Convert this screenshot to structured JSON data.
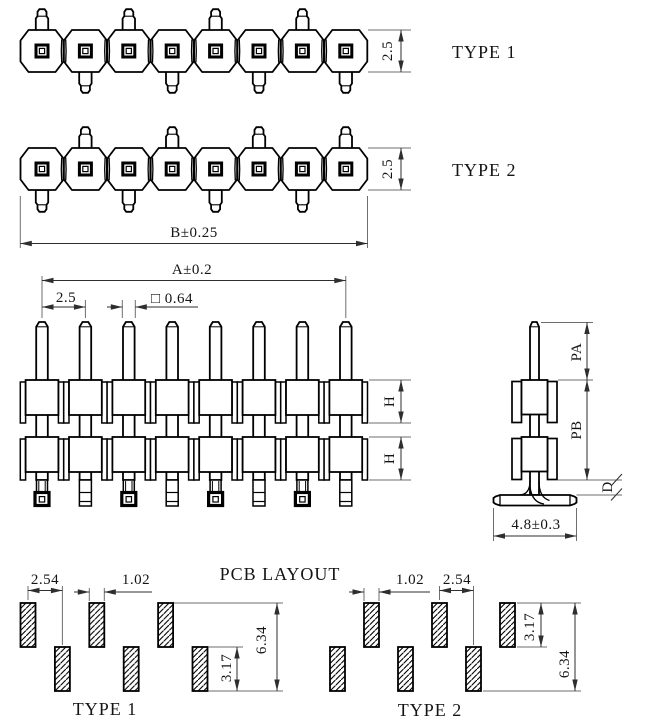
{
  "top_views": {
    "type1": {
      "label": "TYPE 1",
      "height_dim": "2.5"
    },
    "type2": {
      "label": "TYPE 2",
      "height_dim": "2.5"
    },
    "overall_width_dim": "B±0.25"
  },
  "front_view": {
    "overall_width_dim": "A±0.2",
    "pin_pitch_dim": "2.5",
    "pin_square_dim": "□ 0.64",
    "upper_insulator_height_dim": "H",
    "lower_insulator_height_dim": "H"
  },
  "side_view": {
    "pin_above_dim": "PA",
    "pin_body_dim": "PB",
    "lead_thickness_dim": "D",
    "lead_span_dim": "4.8±0.3"
  },
  "pcb_layout": {
    "title": "PCB LAYOUT",
    "type1": {
      "label": "TYPE 1",
      "pitch_dim": "2.54",
      "pad_width_dim": "1.02",
      "pad_height_dim": "3.17",
      "total_height_dim": "6.34"
    },
    "type2": {
      "label": "TYPE 2",
      "pitch_dim": "2.54",
      "pad_width_dim": "1.02",
      "pad_height_dim": "3.17",
      "total_height_dim": "6.34"
    }
  },
  "colors": {
    "line": "#000000",
    "dimension": "#2e2e2e",
    "background": "#ffffff"
  }
}
